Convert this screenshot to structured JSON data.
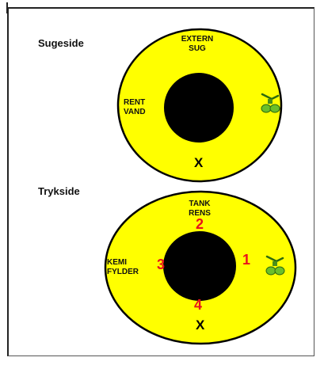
{
  "suction": {
    "title": "Sugeside",
    "top_label": "EXTERN\nSUG",
    "left_label": "RENT\nVAND",
    "bottom_mark": "X",
    "valve_icon": "valve-handle-icon"
  },
  "pressure": {
    "title": "Trykside",
    "top_label": "TANK\nRENS",
    "left_label": "KEMI\nFYLDER",
    "bottom_mark": "X",
    "positions": {
      "right": "1",
      "top": "2",
      "left": "3",
      "bottom": "4"
    },
    "valve_icon": "valve-handle-icon"
  },
  "colors": {
    "dial_fill": "#ffff00",
    "dial_stroke": "#000000",
    "hub": "#000000",
    "numbers": "#e8111b",
    "valve": "#5aa61e"
  }
}
